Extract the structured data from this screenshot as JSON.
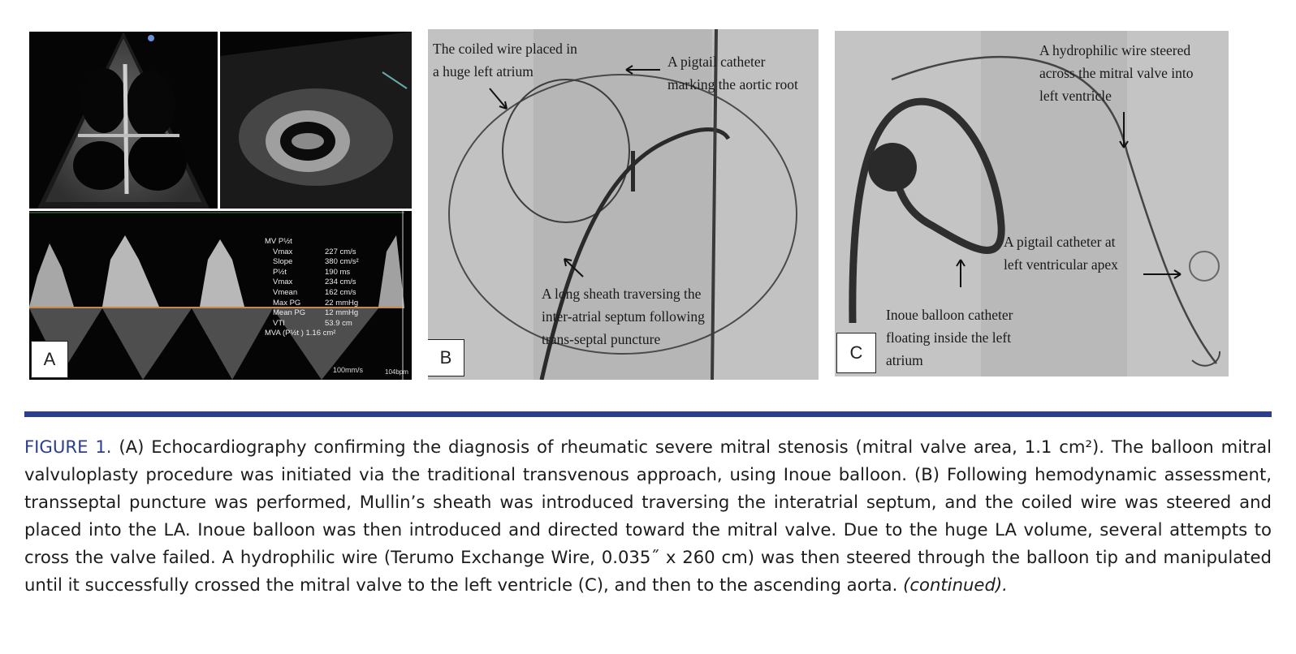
{
  "panels": {
    "a": {
      "label": "A",
      "measurements_header": "MV P½t",
      "measurements": [
        {
          "name": "Vmax",
          "value": "227 cm/s"
        },
        {
          "name": "Slope",
          "value": "380 cm/s²"
        },
        {
          "name": "P½t",
          "value": "190 ms"
        },
        {
          "name": "Vmax",
          "value": "234 cm/s"
        },
        {
          "name": "Vmean",
          "value": "162 cm/s"
        },
        {
          "name": "Max PG",
          "value": "22 mmHg"
        },
        {
          "name": "Mean PG",
          "value": "12 mmHg"
        },
        {
          "name": "VTI",
          "value": "53.9 cm"
        }
      ],
      "mva": "MVA (P½t ) 1.16 cm²",
      "speed": "100mm/s",
      "hr": "104bpm"
    },
    "b": {
      "label": "B",
      "annotations": {
        "coiled_wire": "The coiled wire placed in\na huge left atrium",
        "pigtail_aortic": "A pigtail catheter\nmarking the aortic root",
        "long_sheath": "A long sheath traversing the\ninter-atrial septum following\ntrans-septal puncture"
      }
    },
    "c": {
      "label": "C",
      "annotations": {
        "hydrophilic_wire": "A hydrophilic wire steered\nacross the mitral valve into\nleft ventricle",
        "pigtail_lv": "A pigtail catheter at\nleft ventricular apex",
        "inoue_balloon": "Inoue balloon catheter\nfloating inside the left\natrium"
      }
    }
  },
  "caption": {
    "figure_label": "FIGURE 1.",
    "text": " (A) Echocardiography confirming the diagnosis of rheumatic severe mitral stenosis (mitral valve area, 1.1 cm²). The balloon mitral valvuloplasty procedure was initiated via the traditional transvenous approach, using Inoue balloon. (B) Following hemodynamic assessment, transseptal puncture was performed, Mullin’s sheath was introduced traversing the interatrial septum, and the coiled wire was steered and placed into the LA. Inoue balloon was then introduced and directed toward the mitral valve. Due to the huge LA volume, several attempts to cross the valve failed. A hydrophilic wire (Terumo Exchange Wire, 0.035˝ x 260 cm) was then steered through the balloon tip and manipulated until it successfully crossed the mitral valve to the left ventricle (C), and then to the ascending aorta. ",
    "continued": "(continued)."
  },
  "colors": {
    "accent": "#2c3e8f",
    "echo_background": "#050505",
    "fluoro_background": "#bdbdbd"
  }
}
